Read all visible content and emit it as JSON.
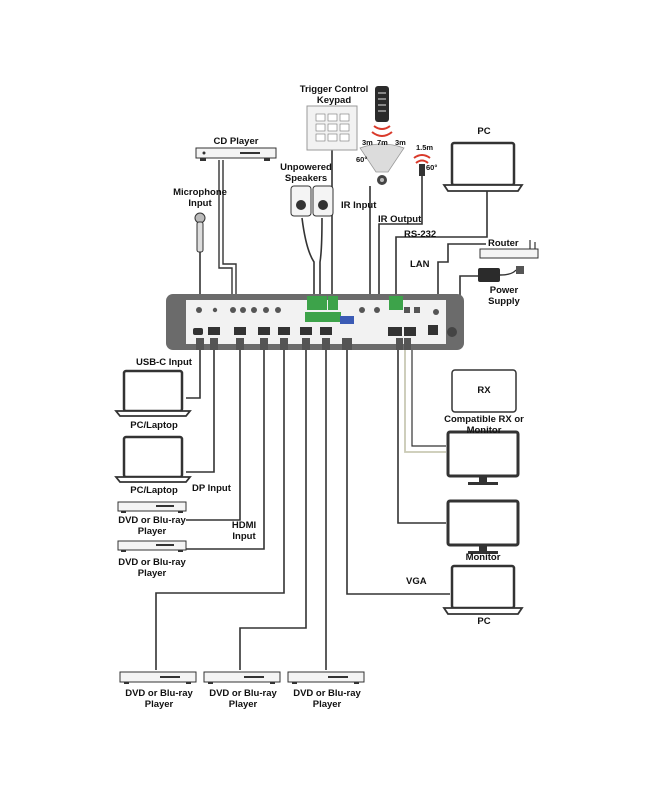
{
  "labels": {
    "trigger_keypad": "Trigger Control\nKeypad",
    "cd_player": "CD Player",
    "microphone": "Microphone\nInput",
    "unpowered_speakers": "Unpowered\nSpeakers",
    "ir_input": "IR Input",
    "ir_output": "IR Output",
    "rs232": "RS-232",
    "lan": "LAN",
    "router": "Router",
    "power_supply": "Power\nSupply",
    "pc_top": "PC",
    "usbc_input": "USB-C Input",
    "pc_laptop_1": "PC/Laptop",
    "pc_laptop_2": "PC/Laptop",
    "dp_input": "DP Input",
    "dvd_1": "DVD or Blu-ray\nPlayer",
    "hdmi_input": "HDMI\nInput",
    "dvd_2": "DVD or Blu-ray\nPlayer",
    "rx_box": "RX",
    "compatible_rx": "Compatible RX or\nMonitor",
    "monitor": "Monitor",
    "vga": "VGA",
    "pc_bottom": "PC",
    "dvd_3": "DVD or Blu-ray\nPlayer",
    "dvd_4": "DVD or Blu-ray\nPlayer",
    "dvd_5": "DVD or Blu-ray\nPlayer",
    "ir_dist_1": "3m",
    "ir_dist_2": "7m",
    "ir_dist_3": "3m",
    "ir_angle_1": "60°",
    "ir_dist_4": "1.5m",
    "ir_angle_2": "60°"
  },
  "colors": {
    "device_body": "#6b6b6b",
    "device_panel": "#f2f2f2",
    "cable": "#333333",
    "cable_light": "#d9d9c8",
    "terminal_green": "#3da34a",
    "ir_red": "#d93a2b",
    "screen_fill": "#ffffff"
  }
}
